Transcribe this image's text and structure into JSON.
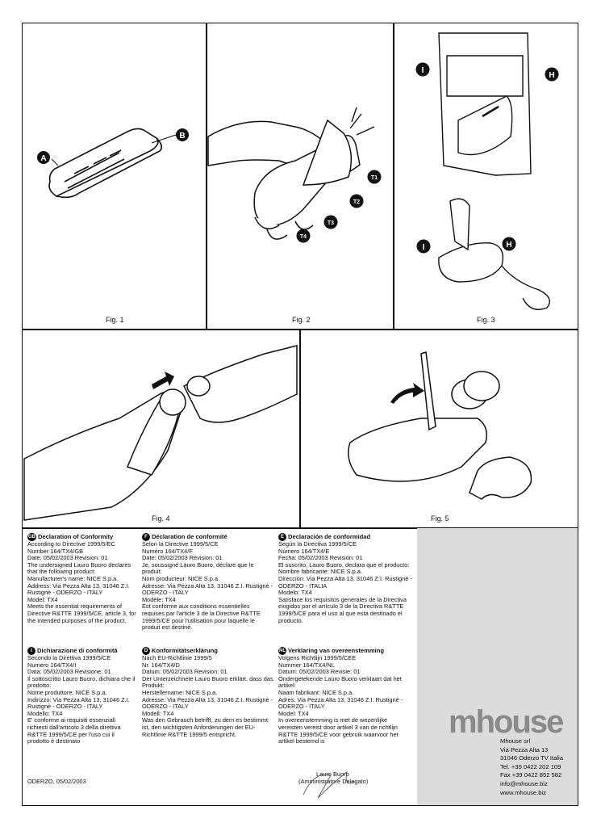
{
  "figures": {
    "fig1": {
      "caption": "Fig. 1",
      "callouts": [
        "A",
        "B"
      ]
    },
    "fig2": {
      "caption": "Fig. 2",
      "callouts": [
        "T1",
        "T2",
        "T3",
        "T4"
      ]
    },
    "fig3": {
      "caption": "Fig. 3",
      "callouts": [
        "I",
        "H",
        "I",
        "H"
      ]
    },
    "fig4": {
      "caption": "Fig. 4"
    },
    "fig5": {
      "caption": "Fig. 5"
    }
  },
  "declarations": {
    "gb": {
      "badge": "GB",
      "title": "Declaration of Conformity",
      "body": "According to Directive 1999/5/EC\nNumber 164/TX4/GB\nDate: 05/02/2003  Revision: 01\nThe undersigned Lauro Buoro declares that the following product:\nManufacturer's name: NICE S.p.a.\nAddress: Via Pezza Alta 13, 31046 Z.I. Rustignè - ODERZO - ITALY\nModel: TX4\nMeets the essential requirements of Directive R&TTE 1999/5/CE, article 3, for the intended purposes of the product."
    },
    "f": {
      "badge": "F",
      "title": "Déclaration de conformité",
      "body": "Selon la Directive 1999/5/CE\nNuméro 164/TX4/F\nDate: 05/02/2003  Révision: 01\nJe, soussigné Lauro Buoro, déclare que le produit:\nNom producteur: NICE S.p.a.\nAdresse: Via Pezza Alta 13, 31046 Z.I. Rustignè - ODERZO - ITALY\nModèle: TX4\nEst conforme aux conditions essentielles requises par l'article 3 de la Directive R&TTE 1999/5/CE pour l'utilisation pour laquelle le produit est destiné."
    },
    "e": {
      "badge": "E",
      "title": "Declaración de conformidad",
      "body": "Según la Directiva 1999/5/CE\nNúmero 164/TX4/E\nFecha: 05/02/2003  Revisión: 01\nEl suscrito, Lauro Buoro, declara que el producto:\nNombre fabricante: NICE S.p.a.\nDirección: Via Pezza Alta 13, 31046 Z.I. Rustignè - ODERZO - ITALIA\nModelo: TX4\nSatisface los requisitos generales de la Directiva exigidos por el artículo 3 de la Directiva R&TTE 1999/5/CE para el uso al que está destinado el producto."
    },
    "i": {
      "badge": "I",
      "title": "Dichiarazione di conformità",
      "body": "Secondo la Direttiva 1999/5/CE\nNumero 164/TX4/I\nData: 05/02/2003  Revisione: 01\nIl sottoscritto Lauro Buoro, dichiara che il prodotto:\nNome produttore: NICE S.p.a.\nIndirizzo: Via Pezza Alta 13, 31046 Z.I. Rustignè - ODERZO - ITALY\nModello: TX4\nE' conforme ai requisiti essenziali richiesti dall'articolo 3 della direttiva R&TTE 1999/5/CE per l'uso cui il prodotto è destinato"
    },
    "d": {
      "badge": "D",
      "title": "Konformitätserklärung",
      "body": "Nach EU-Richtlinie 1999/5\nNr. 164/TX4/D\nDatum: 05/02/2003  Revision: 01\nDer Unterzeichnete Lauro Buoro erklärt, dass das Produkt:\nHerstellername: NICE S.p.a.\nAdresse: Via Pezza Alta 13, 31046 Z.I. Rustignè - ODERZO - ITALY\nModell: TX4\nWas den Gebrauch betrifft, zu dem es bestimmt ist, den wichtigsten Anforderungen der EU-Richtlinie R&TTE 1999/5 entspricht."
    },
    "nl": {
      "badge": "NL",
      "title": "Verklaring van overeenstemming",
      "body": "Volgens Richtlijn 1999/5/CEE\nNummer 164/TX4/NL\nDatum: 05/02/2003  Revisie: 01\nOndergetekende Lauro Buoro verklaart dat het artikel:\nNaam fabrikant: NICE S.p.a.\nAdres: Via Pezza Alta 13, 31046 Z.I. Rustignè - ODERZO - ITALY\nModel: TX4\nIn overeenstemming is met de wezenlijke vereisten vereist door artikel 3 van de richtlijn R&TTE 1999/5/CE voor gebruik waarvoor het artikel bestemd is"
    }
  },
  "place_date": "ODERZO, 05/02/2003",
  "signatory": {
    "name": "Lauro Buoro",
    "role": "(Amministratore Delegato)"
  },
  "company": {
    "logo": "mhouse",
    "lines": [
      "Mhouse srl",
      "Via Pezza Alta 13",
      "31046 Oderzo TV Italia",
      "Tel. +39 0422 202 109",
      "Fax +39 0422 852 582",
      "info@mhouse.biz",
      "www.mhouse.biz"
    ]
  },
  "colors": {
    "line": "#111111",
    "panel": "#dcdcdc",
    "logo": "#8a8a8a"
  }
}
